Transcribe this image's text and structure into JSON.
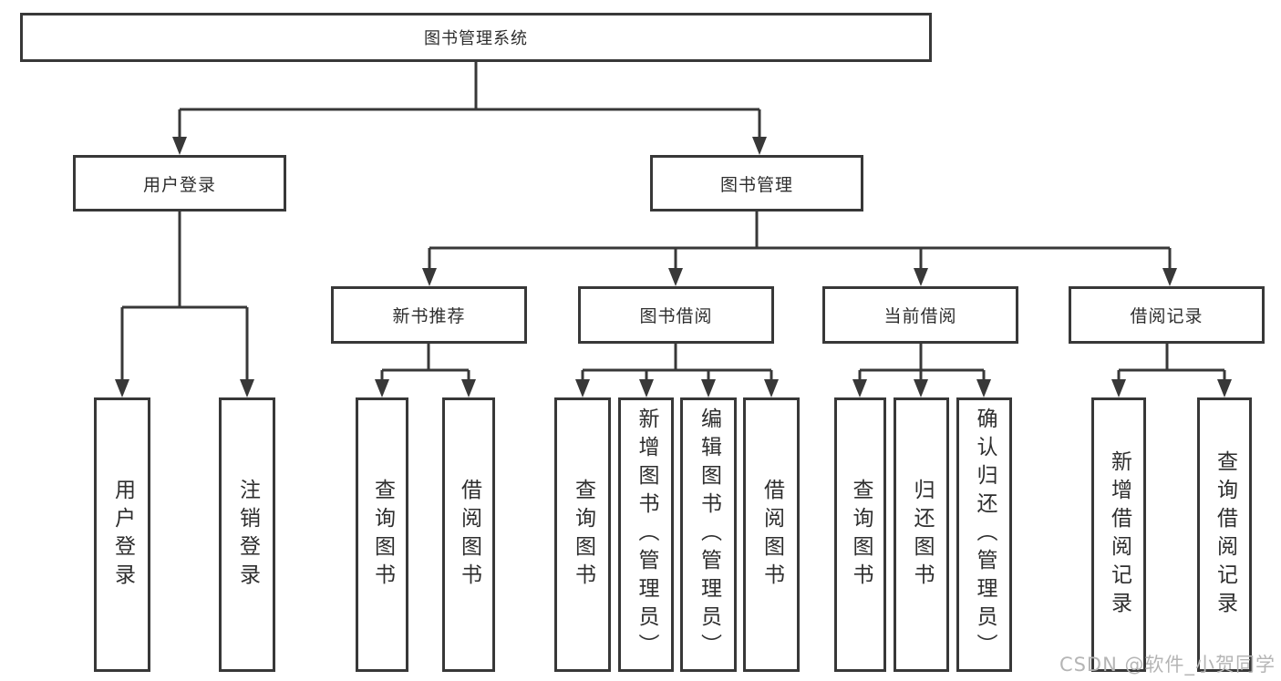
{
  "tree": {
    "root": {
      "label": "图书管理系统"
    },
    "branches": [
      {
        "label": "用户登录",
        "children": [
          {
            "label": "用户登录"
          },
          {
            "label": "注销登录"
          }
        ]
      },
      {
        "label": "图书管理",
        "groups": [
          {
            "label": "新书推荐",
            "children": [
              {
                "label": "查询图书"
              },
              {
                "label": "借阅图书"
              }
            ]
          },
          {
            "label": "图书借阅",
            "children": [
              {
                "label": "查询图书"
              },
              {
                "label": "新增图书（管理员）"
              },
              {
                "label": "编辑图书（管理员）"
              },
              {
                "label": "借阅图书"
              }
            ]
          },
          {
            "label": "当前借阅",
            "children": [
              {
                "label": "查询图书"
              },
              {
                "label": "归还图书"
              },
              {
                "label": "确认归还（管理员）"
              }
            ]
          },
          {
            "label": "借阅记录",
            "children": [
              {
                "label": "新增借阅记录"
              },
              {
                "label": "查询借阅记录"
              }
            ]
          }
        ]
      }
    ]
  },
  "watermark": "CSDN @软件_小贺同学",
  "colors": {
    "line": "#383838",
    "text": "#2e2e2e",
    "watermark": "#b5b5b5"
  }
}
